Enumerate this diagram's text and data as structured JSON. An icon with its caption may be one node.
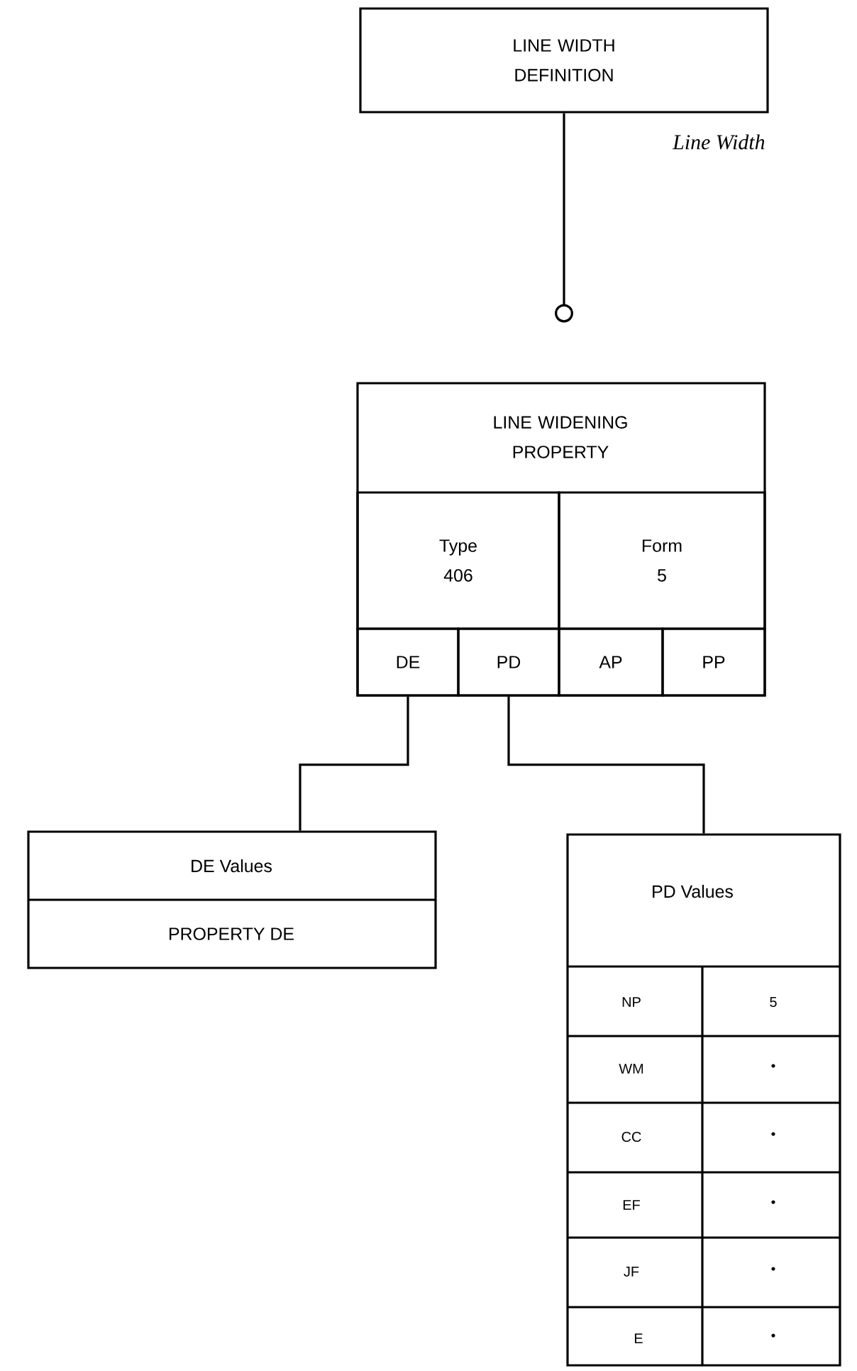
{
  "diagram": {
    "nodes": [
      {
        "text": [
          "LINE WIDTH DEFINITION"
        ],
        "beside": [
          "Line Width"
        ]
      },
      {
        "text": [
          "LINE WIDENING PROPERTY"
        ]
      },
      {
        "text": [
          "Type",
          "406"
        ],
        "in": 1
      },
      {
        "text": [
          "Form",
          "5"
        ],
        "in": 1
      },
      {
        "text": [
          "DE"
        ],
        "in": 1
      },
      {
        "text": [
          "PD"
        ],
        "in": 1
      },
      {
        "text": [
          "AP"
        ],
        "in": 1
      },
      {
        "text": [
          "PP"
        ],
        "in": 1
      },
      {
        "text": [
          "DE Values",
          "PROPERTY DE"
        ]
      },
      {
        "text": [
          "PD Values"
        ]
      }
    ],
    "edges": [
      {
        "from": 0,
        "to": 1,
        "arrow": "other"
      },
      {
        "from": 4,
        "to": 8,
        "arrow": "none"
      },
      {
        "from": 5,
        "to": 9,
        "arrow": "none"
      }
    ],
    "labels": [
      "NP",
      "5",
      "WM",
      "CC",
      "EF",
      "JF",
      "E"
    ]
  }
}
